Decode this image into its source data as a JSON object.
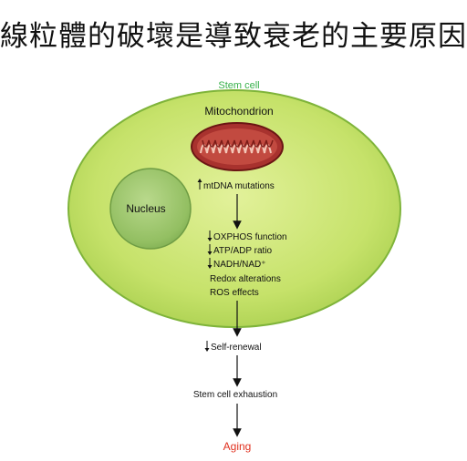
{
  "title": "線粒體的破壞是導致衰老的主要原因",
  "diagram": {
    "cell_label": "Stem cell",
    "organelle_label": "Mitochondrion",
    "nucleus_label": "Nucleus",
    "mutation_label": "mtDNA mutations",
    "effects": [
      {
        "text": "OXPHOS function",
        "marker": "down"
      },
      {
        "text": "ATP/ADP ratio",
        "marker": "down"
      },
      {
        "text": "NADH/NAD⁺",
        "marker": "down"
      },
      {
        "text": "Redox alterations",
        "marker": ""
      },
      {
        "text": "ROS effects",
        "marker": ""
      }
    ],
    "self_renewal_label": "Self-renewal",
    "exhaustion_label": "Stem cell exhaustion",
    "outcome_label": "Aging",
    "colors": {
      "cell_fill": "#c6e26a",
      "cell_stroke": "#7fb43a",
      "nucleus_fill": "#9bc46a",
      "mitochondrion_fill": "#a8322e",
      "cell_label_color": "#36b04a",
      "outcome_color": "#e0301e"
    }
  }
}
